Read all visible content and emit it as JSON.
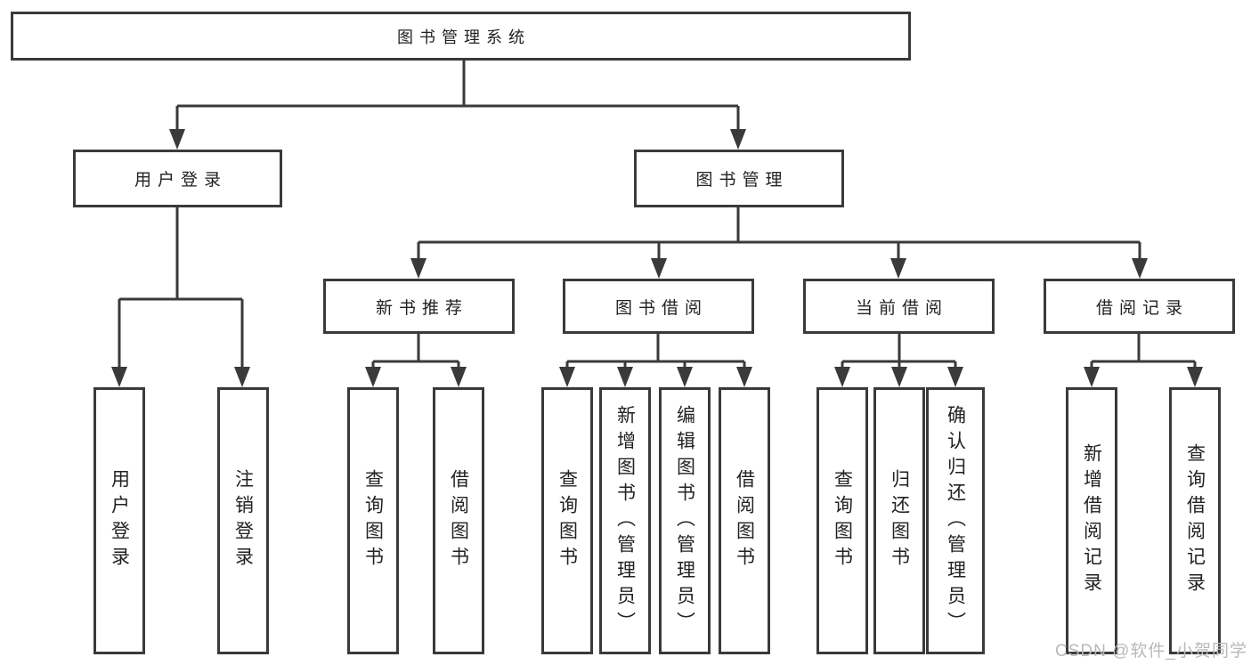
{
  "tree": {
    "label": "图书管理系统",
    "children": [
      {
        "label": "用户登录",
        "children": [
          {
            "label": "用户登录"
          },
          {
            "label": "注销登录"
          }
        ]
      },
      {
        "label": "图书管理",
        "children": [
          {
            "label": "新书推荐",
            "children": [
              {
                "label": "查询图书"
              },
              {
                "label": "借阅图书"
              }
            ]
          },
          {
            "label": "图书借阅",
            "children": [
              {
                "label": "查询图书"
              },
              {
                "label": "新增图书（管理员）"
              },
              {
                "label": "编辑图书（管理员）"
              },
              {
                "label": "借阅图书"
              }
            ]
          },
          {
            "label": "当前借阅",
            "children": [
              {
                "label": "查询图书"
              },
              {
                "label": "归还图书"
              },
              {
                "label": "确认归还（管理员）"
              }
            ]
          },
          {
            "label": "借阅记录",
            "children": [
              {
                "label": "新增借阅记录"
              },
              {
                "label": "查询借阅记录"
              }
            ]
          }
        ]
      }
    ]
  },
  "watermark": {
    "text": "CSDN @软件_小贺同学"
  },
  "colors": {
    "line": "#3a3a3a",
    "text": "#222222",
    "watermark": "#b9b9b9",
    "background": "#ffffff"
  }
}
